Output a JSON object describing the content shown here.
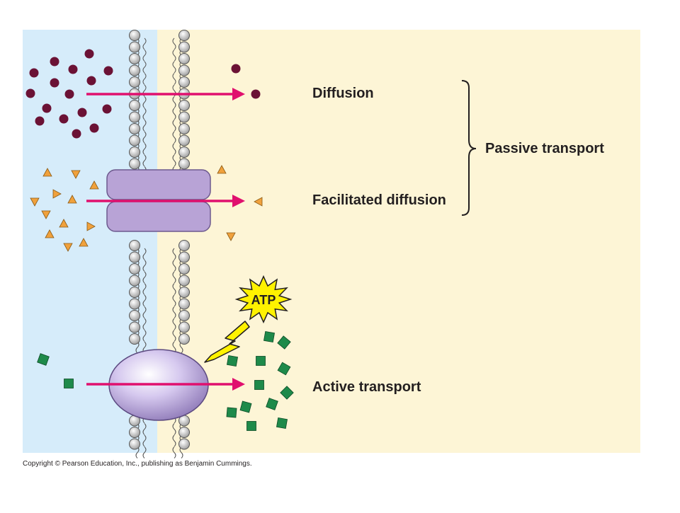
{
  "labels": {
    "diffusion": "Diffusion",
    "facilitated": "Facilitated diffusion",
    "passive": "Passive transport",
    "active": "Active transport",
    "atp": "ATP"
  },
  "copyright": "Copyright © Pearson Education, Inc., publishing as Benjamin Cummings.",
  "colors": {
    "extracellular_bg": "#d6ecfa",
    "intracellular_bg": "#fdf5d6",
    "arrow": "#e0106e",
    "solute_circle": "#6b1235",
    "solute_triangle": "#f0a13c",
    "solute_square": "#1e8a4a",
    "channel_protein": "#b8a3d6",
    "carrier_protein": "#c2b3e6",
    "atp_burst": "#fff200"
  }
}
